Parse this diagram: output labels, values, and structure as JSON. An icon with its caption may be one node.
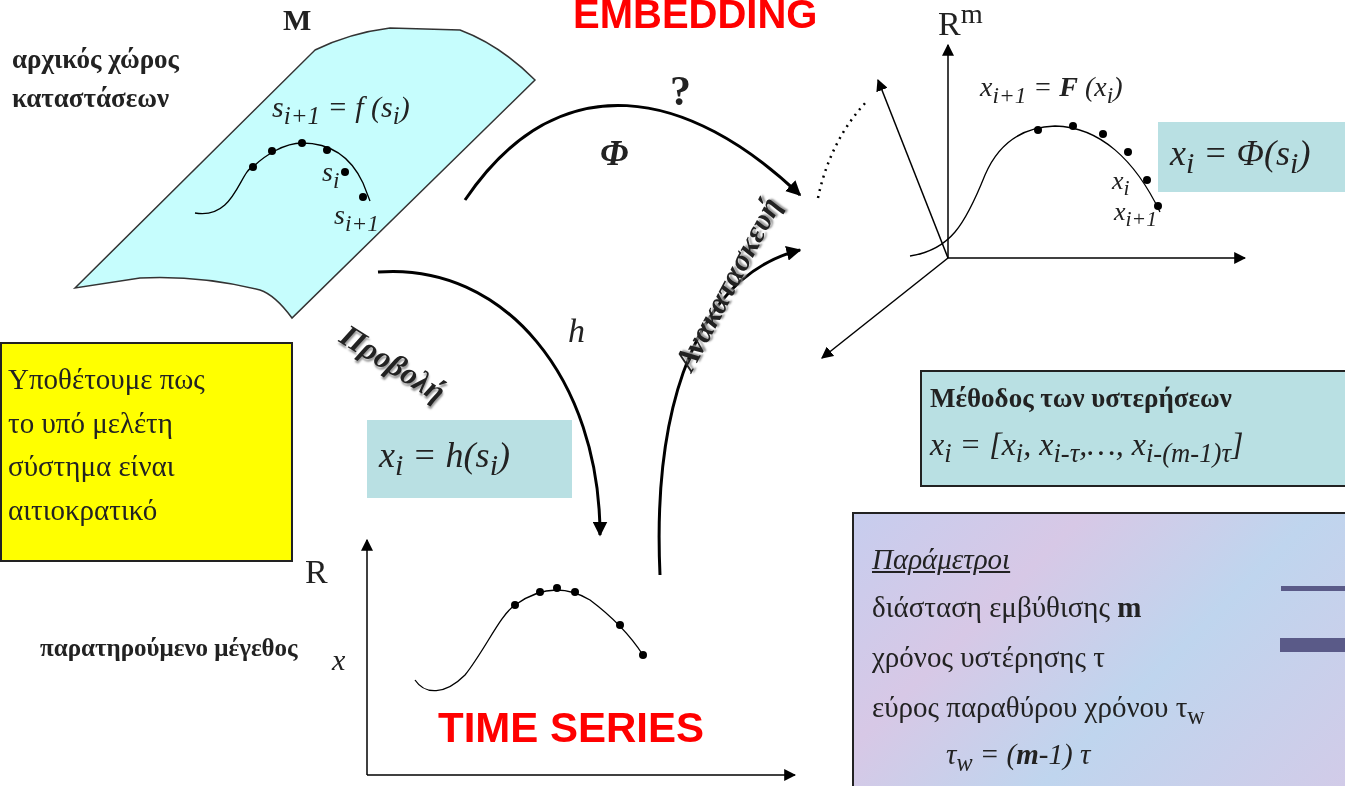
{
  "diagram": {
    "nodes": [
      {
        "text": [
          "M",
          "s$_{i+1}$ = *f* (s$_{i}$)",
          "s$_{i}$",
          "s$_{i+1}$"
        ],
        "beside": [
          "αρχικός χώρος καταστάσεων"
        ]
      },
      {
        "text": [
          "R$^{m}$",
          "x$_{i+1}$ = **F** (x$_{i}$)",
          "x$_{i}$",
          "x$_{i+1}$"
        ]
      },
      {
        "text": [
          "R",
          "x"
        ],
        "beside": [
          "παρατηρούμενο μέγεθος"
        ]
      },
      {
        "text": [
          "Υποθέτουμε πως το υπό μελέτη σύστημα είναι αιτιοκρατικό"
        ]
      },
      {
        "text": [
          "x$_{i}$ = Φ(s$_{i}$)"
        ]
      },
      {
        "text": [
          "x$_{i}$ = h(s$_{i}$)"
        ]
      },
      {
        "text": [
          "Μέθοδος των υστερήσεων",
          "x$_{i}$ = [x$_{i}$, x$_{i-τ}$,…, x$_{i-(m-1)τ}$]"
        ]
      },
      {
        "text": [
          "Παράμετροι",
          "διάσταση εμβύθισης **m**",
          "χρόνος υστέρησης τ",
          "εύρος παραθύρου χρόνου τ$_{w}$",
          "τ$_{w}$ = (**m**-1) τ"
        ]
      }
    ],
    "edges": [
      {
        "from": 0,
        "to": 1,
        "arrow": "to",
        "label": "Φ"
      },
      {
        "from": 0,
        "to": 2,
        "arrow": "to",
        "label": "Προβολή"
      },
      {
        "from": 2,
        "to": 1,
        "arrow": "to",
        "label": "Ανακατασκευή"
      }
    ],
    "labels": [
      "EMBEDDING",
      "?",
      "h",
      "TIME SERIES"
    ]
  }
}
